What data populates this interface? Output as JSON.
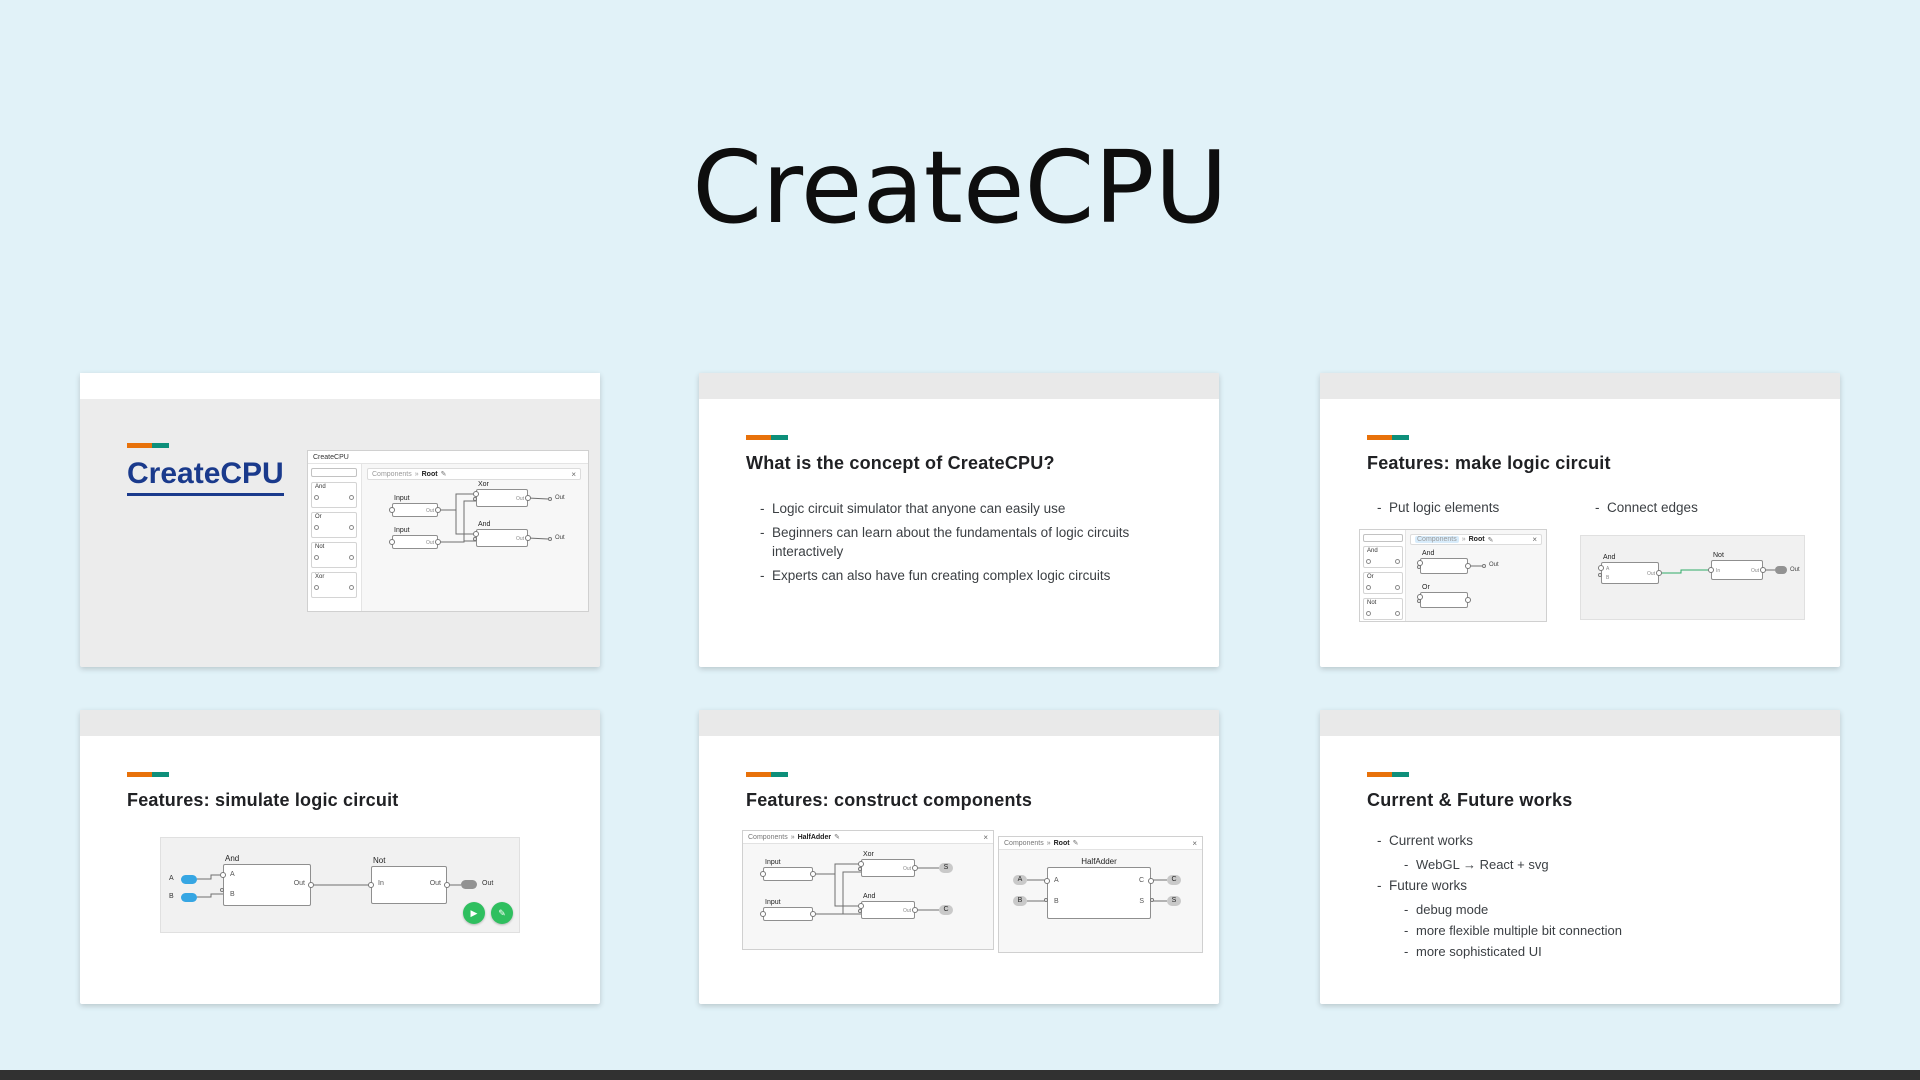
{
  "page": {
    "title": "CreateCPU"
  },
  "common": {
    "breadcrumb_app": "Components",
    "breadcrumb_sep": "»",
    "edit_icon": "✎",
    "close_icon": "×",
    "pin_in": "In",
    "pin_out": "Out",
    "out_label": "Out",
    "play_icon": "▶",
    "pencil_icon": "✎",
    "a": "A",
    "b": "B",
    "c": "C",
    "s": "S"
  },
  "slide1": {
    "title": "CreateCPU",
    "shot": {
      "window_title": "CreateCPU",
      "breadcrumb_current": "Root",
      "sidebar_items": [
        "And",
        "Or",
        "Not",
        "Xor"
      ],
      "node_input1": "Input",
      "node_input2": "Input",
      "node_xor": "Xor",
      "node_and": "And"
    }
  },
  "slide2": {
    "title": "What is the concept of CreateCPU?",
    "bullets": [
      "Logic circuit simulator that anyone can easily use",
      "Beginners can learn about the fundamentals of logic circuits interactively",
      "Experts can also have fun creating complex logic circuits"
    ]
  },
  "slide3": {
    "title": "Features: make logic circuit",
    "bullet_left": "Put logic elements",
    "bullet_right": "Connect edges",
    "shot_left": {
      "breadcrumb_current": "Root",
      "sidebar_items": [
        "And",
        "Or",
        "Not"
      ],
      "node1": "And",
      "node2": "Or"
    },
    "shot_right": {
      "node_and": "And",
      "node_not": "Not"
    }
  },
  "slide4": {
    "title": "Features: simulate logic circuit",
    "shot": {
      "input_a": "A",
      "input_b": "B",
      "node_and": "And",
      "node_not": "Not"
    }
  },
  "slide5": {
    "title": "Features: construct components",
    "shot_left": {
      "breadcrumb_current": "HalfAdder",
      "node_input1": "Input",
      "node_input2": "Input",
      "node_xor": "Xor",
      "node_and": "And"
    },
    "shot_right": {
      "breadcrumb_current": "Root",
      "node": "HalfAdder"
    }
  },
  "slide6": {
    "title": "Current & Future works",
    "bullets": [
      {
        "label": "Current works",
        "children": [
          "WebGL → React + svg"
        ]
      },
      {
        "label": "Future works",
        "children": [
          "debug mode",
          "more flexible multiple bit connection",
          "more sophisticated UI"
        ]
      }
    ]
  }
}
